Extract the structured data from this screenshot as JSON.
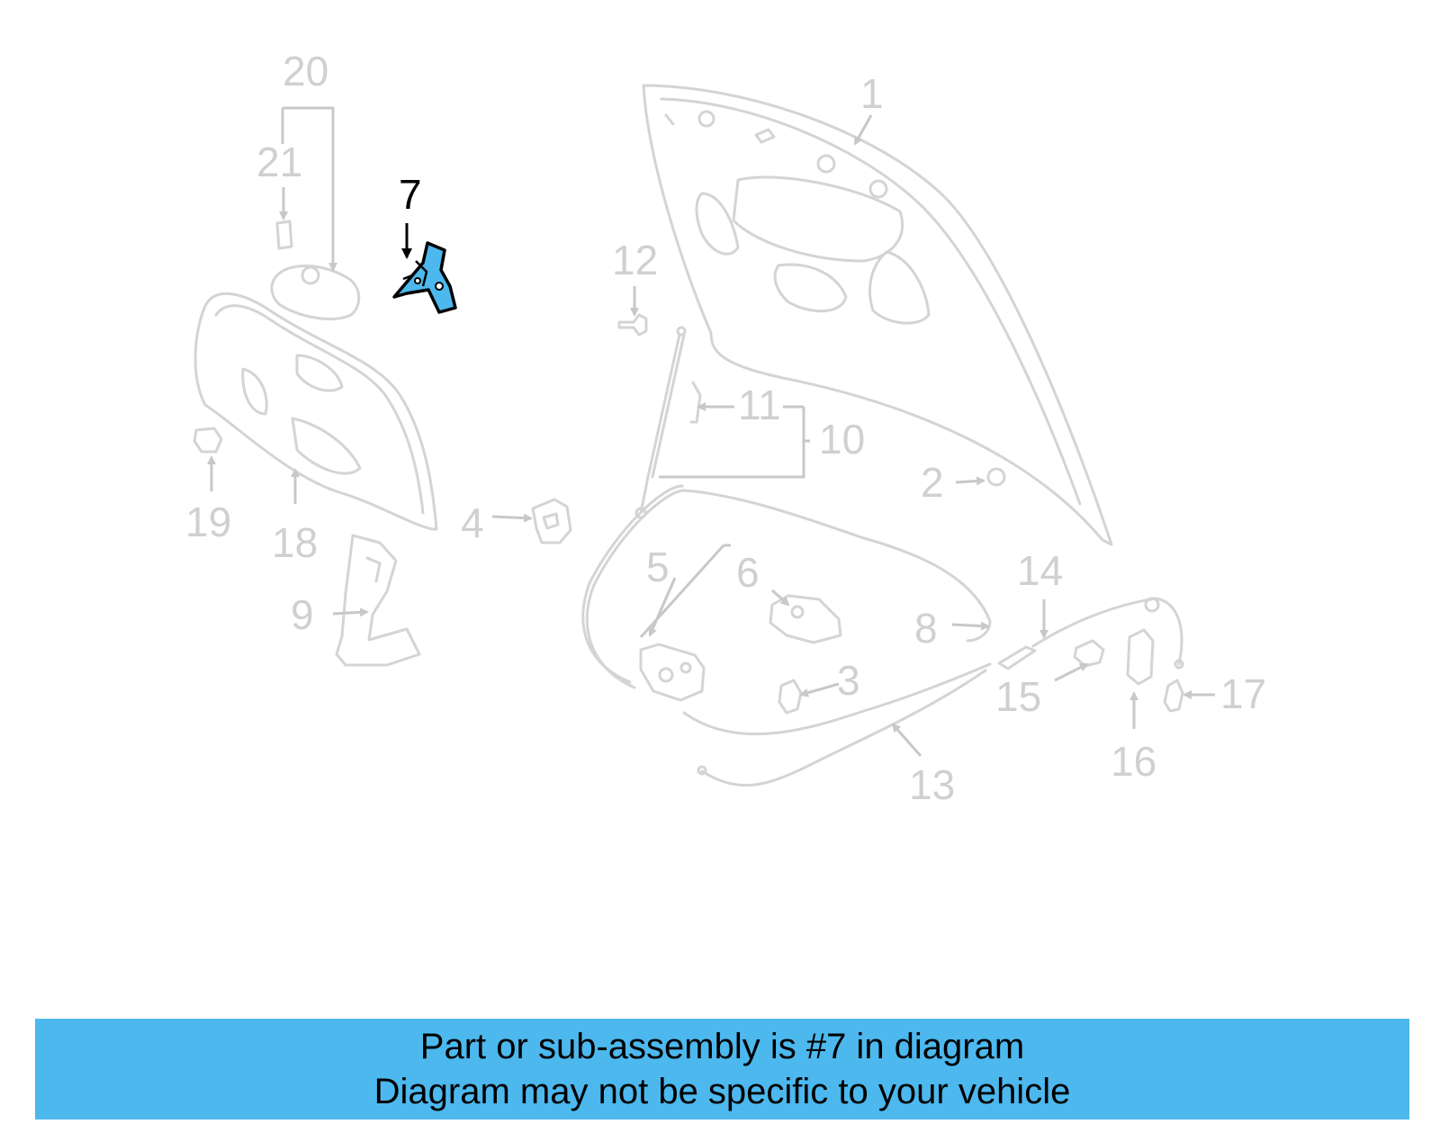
{
  "diagram": {
    "highlighted_part": "7",
    "highlight_color": "#4cb8ee",
    "callouts": [
      "1",
      "2",
      "3",
      "4",
      "5",
      "6",
      "7",
      "8",
      "9",
      "10",
      "11",
      "12",
      "13",
      "14",
      "15",
      "16",
      "17",
      "18",
      "19",
      "20",
      "21"
    ]
  },
  "banner": {
    "line1": "Part or sub-assembly is #7 in diagram",
    "line2": "Diagram may not be specific to your vehicle",
    "color": "#4cb8ee"
  }
}
